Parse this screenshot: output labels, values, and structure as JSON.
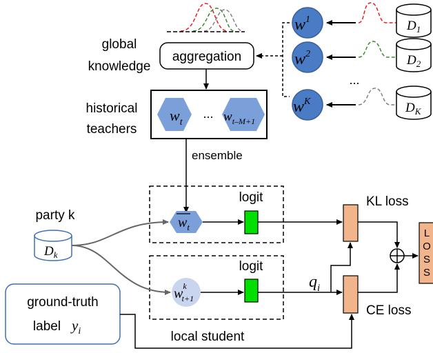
{
  "labels": {
    "global_knowledge_1": "global",
    "global_knowledge_2": "knowledge",
    "aggregation": "aggregation",
    "historical_1": "historical",
    "historical_2": "teachers",
    "ellipsis_teachers": "...",
    "ellipsis_clients": "...",
    "ensemble": "ensemble",
    "party_k": "party k",
    "logit_top": "logit",
    "logit_bottom": "logit",
    "kl_loss": "KL loss",
    "ce_loss": "CE loss",
    "local_student": "local student",
    "ground_truth_1": "ground-truth",
    "ground_truth_2": "label",
    "loss_letters": [
      "L",
      "O",
      "S",
      "S"
    ],
    "oplus": "⊕"
  },
  "math": {
    "w_t": "w",
    "w_t_sub": "t",
    "w_tm": "w",
    "w_tm_sub": "t–M+1",
    "w_bar": "w",
    "w_bar_sub": "t",
    "w_student": "w",
    "w_student_sup": "k",
    "w_student_sub": "t+1",
    "q": "q",
    "q_sub": "i",
    "y": "y",
    "y_sub": "i",
    "dk": "D",
    "dk_sub": "k"
  },
  "clients": [
    {
      "w": "w",
      "sup": "1",
      "d": "D",
      "d_sub": "1",
      "curve_color": "#e02020"
    },
    {
      "w": "w",
      "sup": "2",
      "d": "D",
      "d_sub": "2",
      "curve_color": "#3a8a2a"
    },
    {
      "w": "w",
      "sup": "K",
      "d": "D",
      "d_sub": "K",
      "curve_color": "#808080"
    }
  ],
  "colors": {
    "hex_fill": "#7b9fd8",
    "circle_dark": "#4a7cc5",
    "circle_light": "#c9d5ee",
    "logit_green": "#00e000",
    "loss_orange": "#f2b48a",
    "gt_border": "#3d6fb8"
  }
}
